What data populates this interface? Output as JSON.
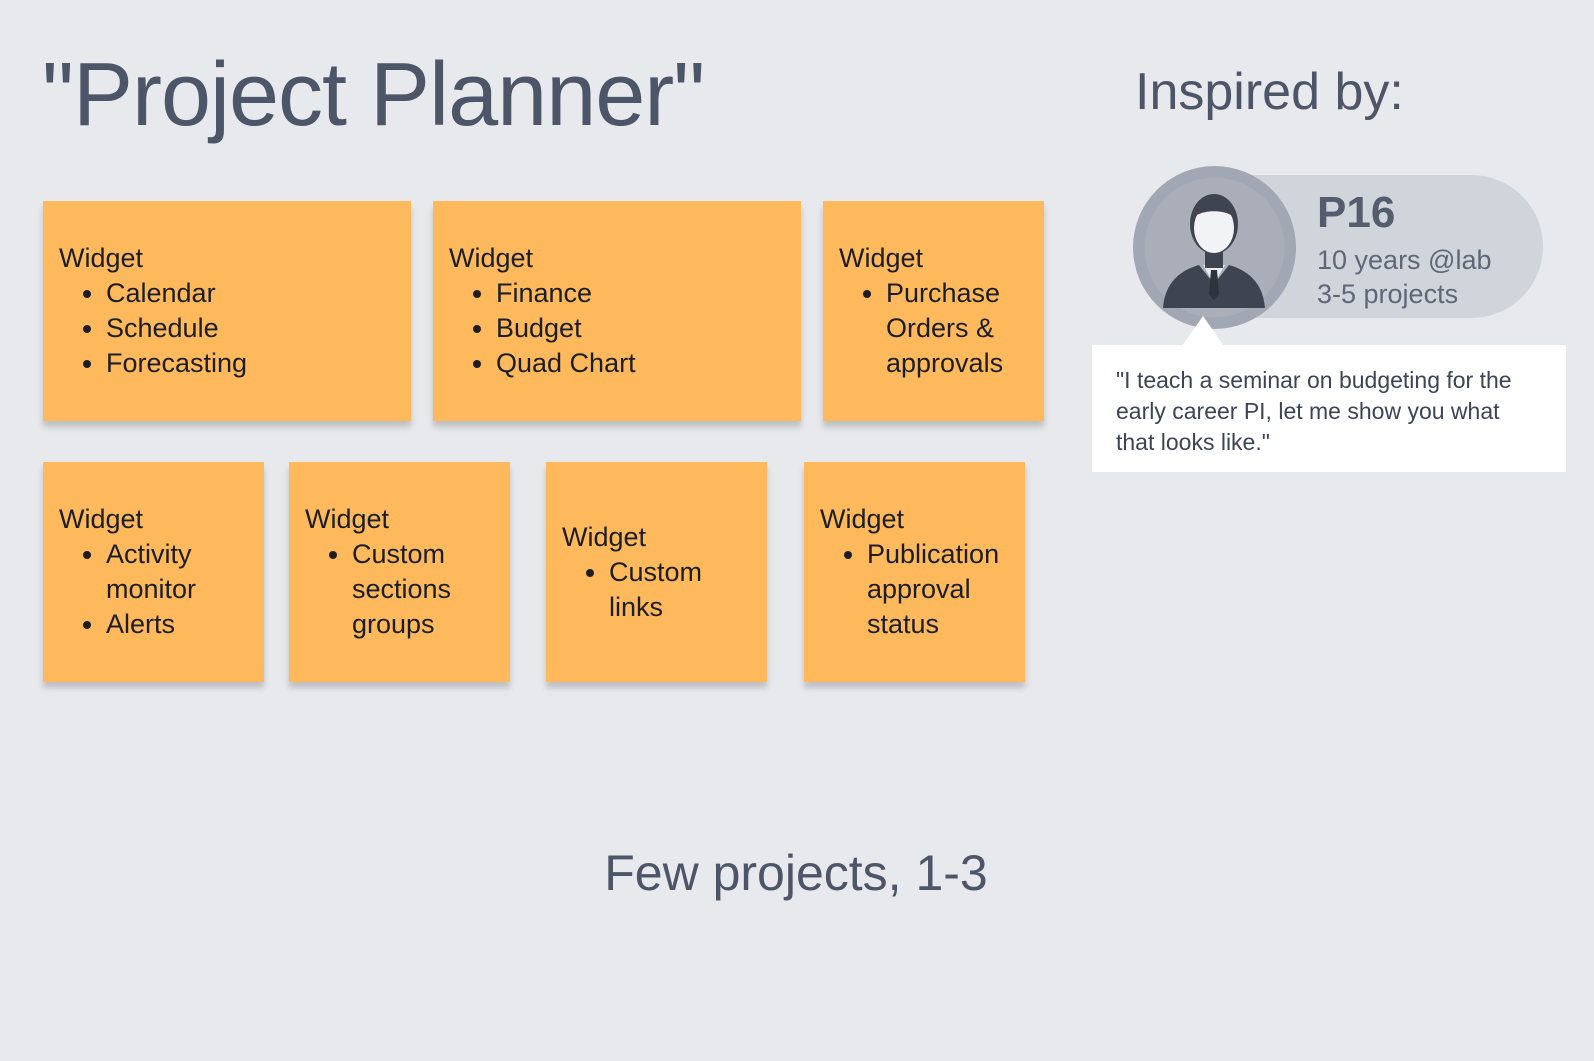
{
  "title": "\"Project Planner\"",
  "notes": [
    {
      "heading": "Widget",
      "items": [
        "Calendar",
        "Schedule",
        "Forecasting"
      ]
    },
    {
      "heading": "Widget",
      "items": [
        "Finance",
        "Budget",
        "Quad Chart"
      ]
    },
    {
      "heading": "Widget",
      "items": [
        "Purchase Orders & approvals"
      ]
    },
    {
      "heading": "Widget",
      "items": [
        "Activity monitor",
        "Alerts"
      ]
    },
    {
      "heading": "Widget",
      "items": [
        "Custom sections groups"
      ]
    },
    {
      "heading": "Widget",
      "items": [
        "Custom links"
      ]
    },
    {
      "heading": "Widget",
      "items": [
        "Publication approval status"
      ]
    }
  ],
  "inspired": {
    "heading": "Inspired by:",
    "persona": {
      "id": "P16",
      "tenure": "10 years @lab",
      "projects": "3-5 projects",
      "avatar_icon": "person-avatar-icon"
    },
    "quote": "\"I teach a seminar on budgeting for the early career PI, let me show you what that looks like.\""
  },
  "footer": "Few projects, 1-3",
  "colors": {
    "background": "#e7e9ed",
    "sticky_note": "#fdb95c",
    "text_dark": "#4d5568"
  }
}
